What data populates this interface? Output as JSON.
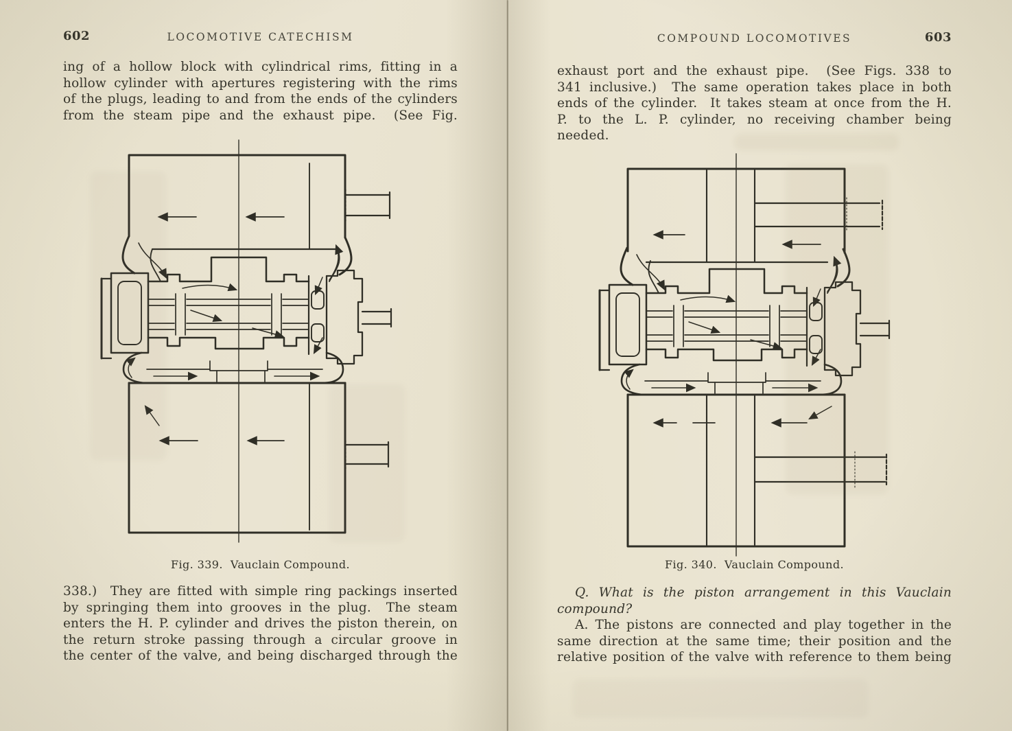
{
  "colors": {
    "paper": "#e9e3cf",
    "ink": "#35342b",
    "diagram_ink": "#2f2e26"
  },
  "left_page": {
    "page_number": "602",
    "running_header": "LOCOMOTIVE CATECHISM",
    "paragraph1_lines": [
      "ing of a hollow block with cylindrical rims, fitting in a",
      "hollow cylinder with apertures registering with the rims",
      "of the plugs, leading to and from the ends of the cylinders",
      "from the steam pipe and the exhaust pipe.  (See Fig."
    ],
    "figure_caption": "Fig. 339.  Vauclain Compound.",
    "paragraph2_lines": [
      "338.)  They are fitted with simple ring packings inserted",
      "by springing them into grooves in the plug.  The steam",
      "enters the H. P. cylinder and drives the piston therein, on",
      "the return stroke passing through a circular groove in",
      "the center of the valve, and being discharged through the"
    ]
  },
  "right_page": {
    "page_number": "603",
    "running_header": "COMPOUND LOCOMOTIVES",
    "paragraph1_lines": [
      "exhaust port and the exhaust pipe.  (See Figs. 338 to",
      "341 inclusive.)  The same operation takes place in both",
      "ends of the cylinder.  It takes steam at once from the H.",
      "P. to the L. P. cylinder, no receiving chamber being",
      "needed."
    ],
    "figure_caption": "Fig. 340.  Vauclain Compound.",
    "question_lines": [
      "Q. What is the piston arrangement in this Vauclain",
      "compound?"
    ],
    "answer_lines": [
      "A. The pistons are connected and play together in the",
      "same direction at the same time; their position and the",
      "relative position of the valve with reference to them being"
    ]
  }
}
